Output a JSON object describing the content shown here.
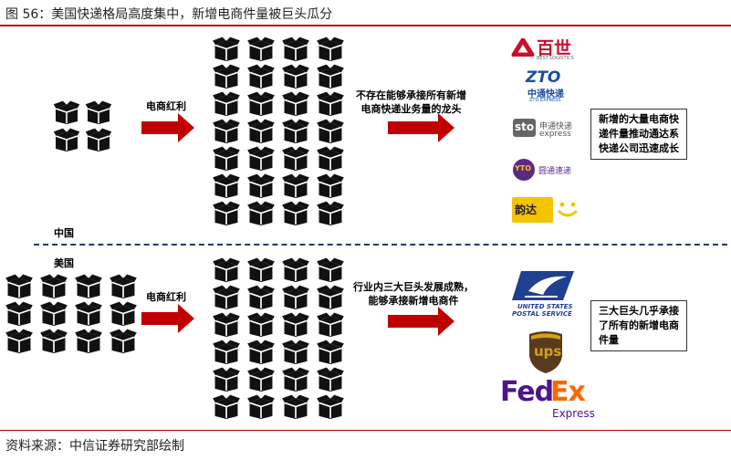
{
  "figure": {
    "title": "图 56：美国快递格局高度集中，新增电商件量被巨头瓜分",
    "source": "资料来源：中信证券研究部绘制"
  },
  "china": {
    "region_label": "中国",
    "arrow1_label": "电商红利",
    "arrow2_caption_line1": "不存在能够承接所有新增",
    "arrow2_caption_line2": "电商快递业务量的龙头",
    "summary_line1": "新增的大量电商快",
    "summary_line2": "递件量推动通达系",
    "summary_line3": "快递公司迅速成长",
    "logos": [
      {
        "name": "best-logo",
        "text": "百世",
        "subtext": "BEST LOGISTICS",
        "color": "#c8102e"
      },
      {
        "name": "zto-logo",
        "text": "ZTO",
        "subtext": "中通快递",
        "sub2": "ZTO EXPRESS",
        "color": "#1a4fa0"
      },
      {
        "name": "sto-logo",
        "text": "sto",
        "subtext": "申通快递",
        "sub2": "express",
        "color": "#555555"
      },
      {
        "name": "yto-logo",
        "text": "YTO",
        "subtext": "圆通速递",
        "color": "#5b2a86"
      },
      {
        "name": "yunda-logo",
        "text": "韵达",
        "subtext": "",
        "color": "#f5c400"
      }
    ]
  },
  "usa": {
    "region_label": "美国",
    "arrow1_label": "电商红利",
    "arrow2_caption_line1": "行业内三大巨头发展成熟，",
    "arrow2_caption_line2": "能够承接新增电商件",
    "summary_line1": "三大巨头几乎承接",
    "summary_line2": "了所有的新增电商",
    "summary_line3": "件量",
    "logos": [
      {
        "name": "usps-logo",
        "text": "UNITED STATES",
        "subtext": "POSTAL SERVICE",
        "color": "#1f3f8f"
      },
      {
        "name": "ups-logo",
        "text": "ups",
        "color": "#5a3a1e"
      },
      {
        "name": "fedex-logo",
        "text": "Fed",
        "text2": "Ex",
        "subtext": "Express",
        "color": "#4d148c",
        "color2": "#ff6600"
      }
    ]
  },
  "colors": {
    "arrow": "#c00000",
    "accent_rule": "#c00000",
    "divider": "#1f3b66"
  }
}
